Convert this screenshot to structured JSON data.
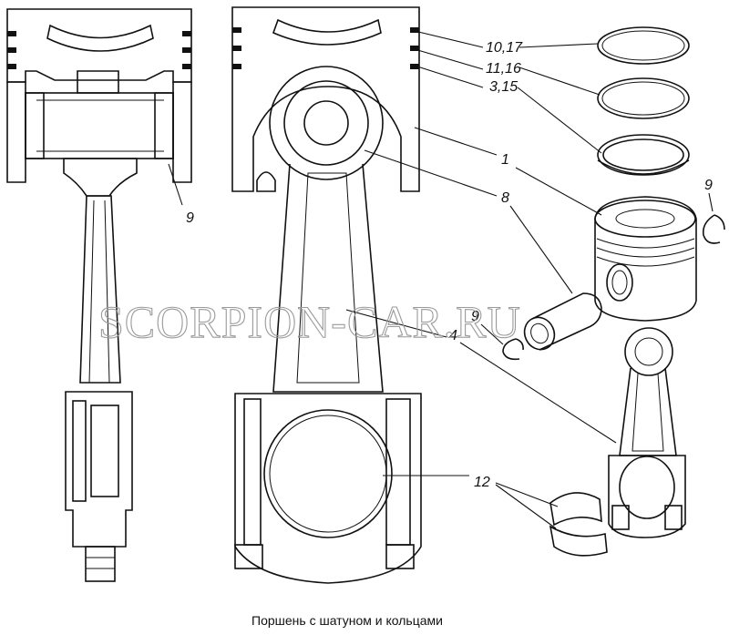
{
  "labels": {
    "rings_1": "10,17",
    "rings_2": "11,16",
    "rings_3": "3,15",
    "piston": "1",
    "pin": "8",
    "circlip_left": "9",
    "circlip_right": "9",
    "circlip_mid": "9",
    "rod": "4",
    "bearing": "12"
  },
  "watermark": "SCORPION-CAR.RU",
  "caption": "Поршень с шатуном и кольцами"
}
